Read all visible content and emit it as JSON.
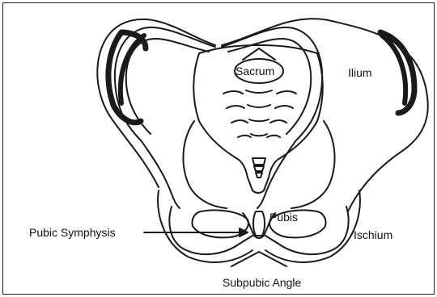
{
  "labels": {
    "sacrum": "Sacrum",
    "ilium": "Ilium",
    "pubis": "Pubis",
    "pubic_symphysis": "Pubic Symphysis",
    "ischium": "Ischium",
    "subpubic_angle": "Subpubic Angle"
  },
  "colors": {
    "line": "#1a1a1a",
    "background": "#ffffff"
  }
}
